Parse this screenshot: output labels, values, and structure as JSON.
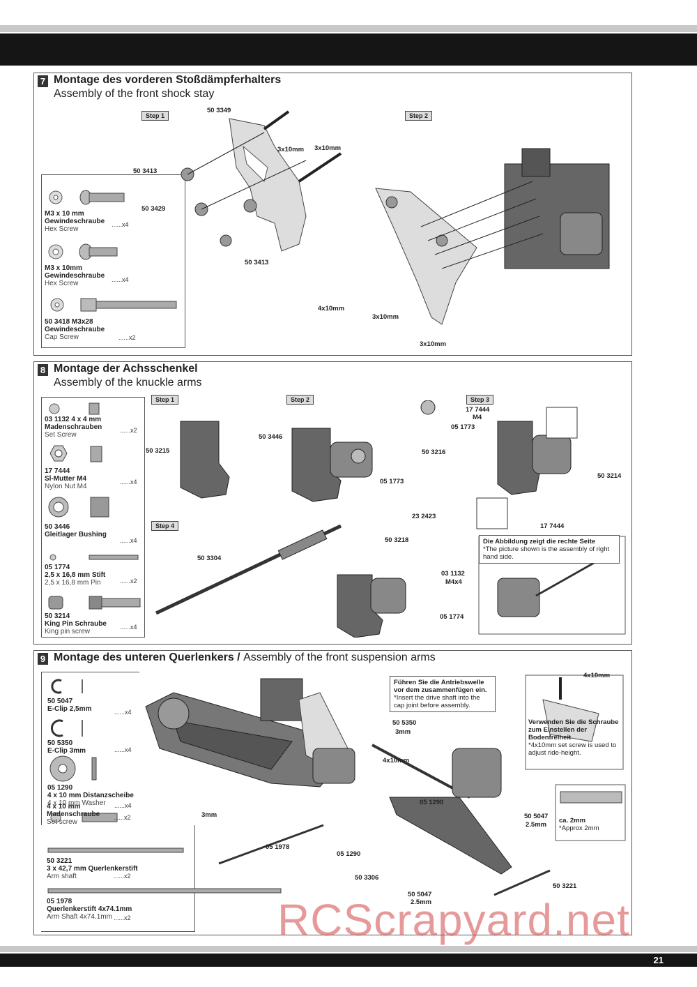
{
  "page_number": "21",
  "watermark": "RCScrapyard.net",
  "sections": [
    {
      "number": "7",
      "title_de": "Montage des vorderen Stoßdämpferhalters",
      "title_en": "Assembly of the front shock stay",
      "steps": [
        "Step 1",
        "Step 2"
      ],
      "parts": [
        {
          "code": "M3 x 10 mm",
          "name_de": "Gewindeschraube",
          "name_en": "Hex Screw",
          "qty": "......x4"
        },
        {
          "code": "M3 x 10mm",
          "name_de": "Gewindeschraube",
          "name_en": "Hex Screw",
          "qty": "......x4"
        },
        {
          "code": "50 3418      M3x28",
          "name_de": "Gewindeschraube",
          "name_en": "Cap Screw",
          "qty": "......x2"
        }
      ],
      "labels": [
        "50 3349",
        "3x10mm",
        "3x10mm",
        "50 3413",
        "50 3429",
        "50 3413",
        "4x10mm",
        "3x10mm",
        "3x10mm"
      ]
    },
    {
      "number": "8",
      "title_de": "Montage der Achsschenkel",
      "title_en": "Assembly of the knuckle arms",
      "steps": [
        "Step 1",
        "Step 2",
        "Step 3",
        "Step 4"
      ],
      "parts": [
        {
          "code": "03 1132      4 x 4 mm",
          "name_de": "Madenschrauben",
          "name_en": "Set Screw",
          "qty": "......x2"
        },
        {
          "code": "17 7444",
          "name_de": "Sl-Mutter M4",
          "name_en": "Nylon Nut M4",
          "qty": "......x4"
        },
        {
          "code": "50 3446",
          "name_de": "Gleitlager Bushing",
          "name_en": "",
          "qty": "......x4"
        },
        {
          "code": "05 1774",
          "name_de": "2,5 x 16,8 mm Stift",
          "name_en": "2,5 x 16,8 mm Pin",
          "qty": "......x2"
        },
        {
          "code": "50 3214",
          "name_de": "King Pin Schraube",
          "name_en": "King pin screw",
          "qty": "......x4"
        }
      ],
      "labels": [
        "50 3446",
        "50 3215",
        "05 1773",
        "50 3216",
        "05 1773",
        "17 7444",
        "M4",
        "50 3214",
        "17 7444",
        "23 2423",
        "50 3218",
        "03 1132",
        "M4x4",
        "50 3304",
        "05 1774"
      ],
      "note_title": "Die Abbildung zeigt die rechte Seite",
      "note_text": "*The picture shown is the assembly of right hand side."
    },
    {
      "number": "9",
      "title_de": "Montage des unteren Querlenkers /",
      "title_en": "Assembly of the front suspension arms",
      "parts": [
        {
          "code": "50 5047",
          "name_de": "E-Clip 2,5mm",
          "name_en": "",
          "qty": "......x4"
        },
        {
          "code": "50 5350",
          "name_de": "E-Clip 3mm",
          "name_en": "",
          "qty": "......x4"
        },
        {
          "code": "05 1290",
          "name_de": "4 x 10 mm Distanzscheibe",
          "name_en": "4 x 10 mm Washer",
          "qty": "......x4"
        },
        {
          "code": "4 x 10 mm",
          "name_de": "Madenschraube",
          "name_en": "Set screw",
          "qty": "......x2"
        },
        {
          "code": "50 3221",
          "name_de": "3 x 42,7 mm Querlenkerstift",
          "name_en": "Arm shaft",
          "qty": "......x2"
        },
        {
          "code": "05 1978",
          "name_de": "Querlenkerstift 4x74.1mm",
          "name_en": "Arm Shaft 4x74.1mm",
          "qty": "......x2"
        }
      ],
      "labels": [
        "50 5350",
        "3mm",
        "4x10mm",
        "05 1290",
        "3mm",
        "05 1978",
        "05 1290",
        "50 3306",
        "50 5047",
        "2.5mm",
        "50 5047",
        "2.5mm",
        "50 3221",
        "4x10mm",
        "ca. 2mm",
        "*Approx 2mm"
      ],
      "note1_title": "Führen Sie die Antriebswelle vor dem zusammenfügen ein.",
      "note1_text": "*Insert the drive shaft into the cap joint before assembly.",
      "note2_title": "Verwenden Sie die Schraube zum Einstellen der Bodenfreiheit",
      "note2_text": "*4x10mm set screw is used to adjust ride-height."
    }
  ]
}
